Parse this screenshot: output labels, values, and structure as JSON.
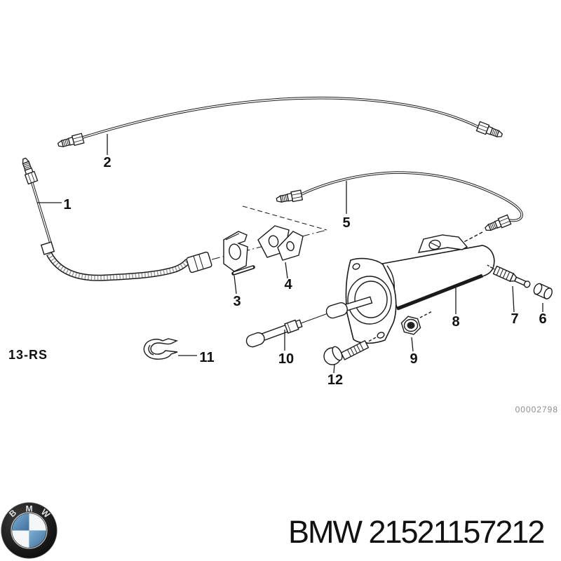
{
  "diagram": {
    "drawing_number": "00002798",
    "section_label": "13-RS",
    "part_labels": [
      {
        "id": "1"
      },
      {
        "id": "2"
      },
      {
        "id": "3"
      },
      {
        "id": "4"
      },
      {
        "id": "5"
      },
      {
        "id": "6"
      },
      {
        "id": "7"
      },
      {
        "id": "8"
      },
      {
        "id": "9"
      },
      {
        "id": "10"
      },
      {
        "id": "11"
      },
      {
        "id": "12"
      }
    ]
  },
  "footer": {
    "brand": "BMW",
    "part_number": "21521157212",
    "logo_letters": [
      "B",
      "M",
      "W"
    ]
  },
  "colors": {
    "line": "#1a1a1a",
    "drawing_number_gray": "#8c8c8c",
    "bmw_blue": "#4d87ba",
    "background": "#ffffff"
  }
}
